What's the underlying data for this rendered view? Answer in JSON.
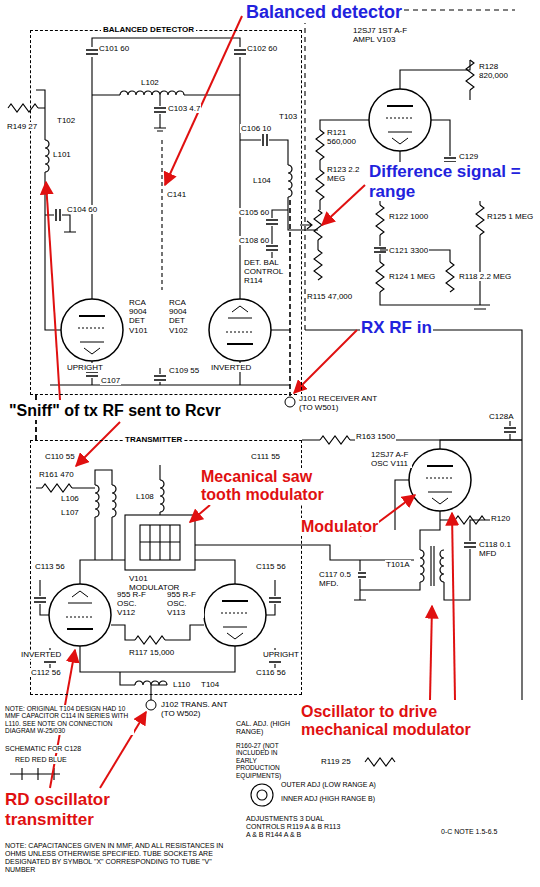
{
  "diagram": {
    "nodes": [
      {
        "text": [
          "BALANCED DETECTOR"
        ]
      },
      {
        "text": [
          "TRANSMITTER"
        ]
      }
    ],
    "edges": [
      {
        "from": 1,
        "to": 0,
        "arrow": "none"
      }
    ],
    "labels": [
      "Balanced detector",
      "Difference signal = range",
      "RX RF in",
      "\"Sniff\" of tx RF sent to Rcvr",
      "Mecanical saw tooth modulator",
      "Modulator",
      "Oscillator to drive mechanical modulator",
      "RD oscillator transmitter",
      "C101 60",
      "C102 60",
      "L102",
      "C103 4.7",
      "T102",
      "R149 27",
      "L101",
      "C104 60",
      "C141",
      "C106 10",
      "L104",
      "T103",
      "C105 60",
      "C108 60",
      "RCA 9004 DET V101",
      "RCA 9004 DET V102",
      "UPRIGHT",
      "INVERTED",
      "C107",
      "C109 55",
      "DET. BAL CONTROL R114",
      "R115 47,000",
      "J101 RECEIVER ANT (TO W501)",
      "12SJ7 1ST A-F AMPL V103",
      "R121 560,000",
      "R123 2.2 MEG",
      "R128 820,000",
      "C129",
      "R122 1000",
      "C121 3300",
      "R124 1 MEG",
      "R118 2.2 MEG",
      "R125 1 MEG",
      "C110 55",
      "C111 55",
      "R161 470",
      "L108",
      "L106",
      "L107",
      "V101 MODULATOR",
      "955 R-F OSC. V112",
      "955 R-F OSC. V113",
      "INVERTED",
      "UPRIGHT",
      "C113 56",
      "C115 56",
      "C112 56",
      "C116 56",
      "R117 15,000",
      "L110",
      "T104",
      "J102 TRANS. ANT (TO W502)",
      "NOTE: ORIGINAL T104 DESIGN HAD 10 MMF CAPACITOR C114 IN SERIES WITH L110. SEE NOTE ON CONNECTION DIAGRAM W-25/030",
      "SCHEMATIC FOR C128",
      "RED RED BLUE",
      "NOTE: CAPACITANCES GIVEN IN MMF, AND ALL RESISTANCES IN OHMS UNLESS OTHERWISE SPECIFIED. TUBE SOCKETS ARE DESIGNATED BY SYMBOL \"X\" CORRESPONDING TO TUBE \"V\" NUMBER",
      "CAL. ADJ. (HIGH RANGE)",
      "R160-27 (NOT INCLUDED IN EARLY PRODUCTION EQUIPMENTS)",
      "R119 25",
      "OUTER ADJ (LOW RANGE A)",
      "INNER ADJ (HIGH RANGE B)",
      "ADJUSTMENTS 3 DUAL CONTROLS R119 A & B R113 A & B R144 A & B",
      "0-C NOTE 1.5-6.5",
      "12SJ7 A-F OSC V111",
      "R120",
      "T101A",
      "C117 0.5 MFD.",
      "C118 0.1 MFD",
      "C128A",
      "R163 1500"
    ]
  }
}
